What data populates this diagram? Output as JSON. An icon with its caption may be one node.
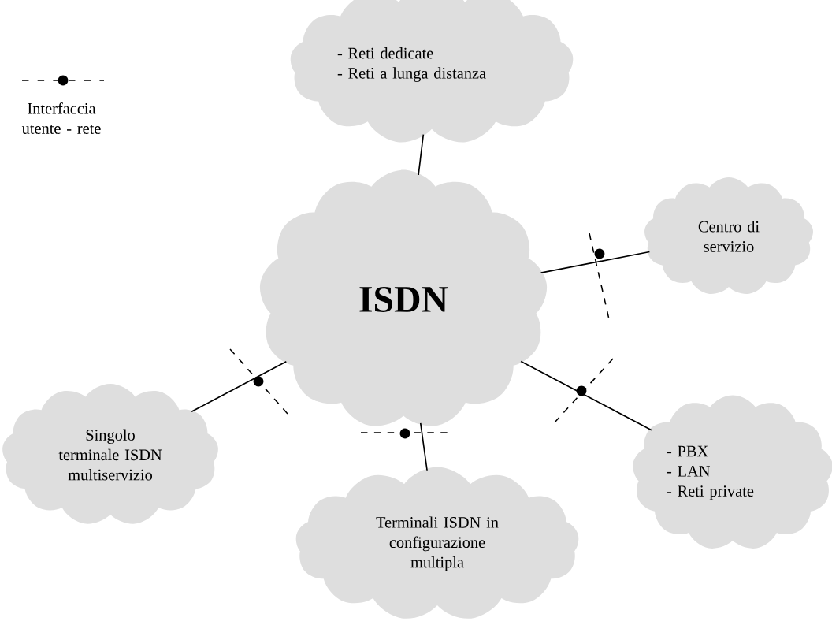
{
  "diagram": {
    "nodes": [
      {
        "text": [
          "- Reti dedicate",
          "- Reti a lunga distanza"
        ]
      },
      {
        "text": [
          "Centro di servizio"
        ]
      },
      {
        "text": [
          "ISDN"
        ]
      },
      {
        "text": [
          "Singolo terminale ISDN multiservizio"
        ]
      },
      {
        "text": [
          "- PBX",
          "- LAN",
          "- Reti private"
        ]
      },
      {
        "text": [
          "Terminali ISDN in configurazione multipla"
        ]
      }
    ],
    "edges": [
      {
        "from": 2,
        "to": 0,
        "arrow": "none"
      },
      {
        "from": 2,
        "to": 1,
        "arrow": "none"
      },
      {
        "from": 2,
        "to": 3,
        "arrow": "none"
      },
      {
        "from": 2,
        "to": 4,
        "arrow": "none"
      },
      {
        "from": 2,
        "to": 5,
        "arrow": "none"
      }
    ],
    "legend": [
      {
        "text": "Interfaccia utente - rete"
      }
    ]
  }
}
